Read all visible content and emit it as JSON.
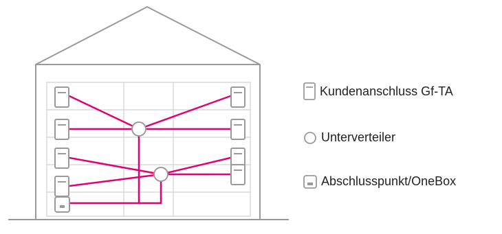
{
  "colors": {
    "structure": "#9a9a9a",
    "grid": "#d9d9d9",
    "cable": "#e20074",
    "background": "#ffffff"
  },
  "legend": [
    {
      "icon": "customer-connection-icon",
      "label": "Kundenanschluss Gf-TA"
    },
    {
      "icon": "distributor-icon",
      "label": "Unterverteiler"
    },
    {
      "icon": "termination-point-icon",
      "label": "Abschlusspunkt/OneBox"
    }
  ]
}
